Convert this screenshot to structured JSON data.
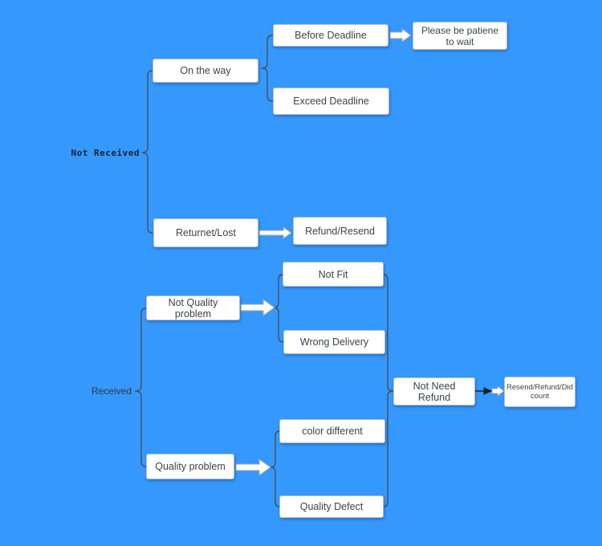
{
  "diagram": {
    "title": "delivery-issue-resolution-flowchart",
    "colors": {
      "background": "#3598fd",
      "box_fill": "#ffffff",
      "box_border": "#b9bdc2",
      "connector": "#44505d",
      "arrow_outline": "#9aa2a9",
      "dark_arrow": "#1c1c1c"
    },
    "root_labels": {
      "not_received": "Not Received",
      "received": "Received"
    },
    "nodes": {
      "on_the_way": "On the way",
      "before_deadline": "Before Deadline",
      "please_wait": "Please be patiene to wait",
      "exceed_deadline": "Exceed Deadline",
      "returnet_lost": "Returnet/Lost",
      "refund_resend": "Refund/Resend",
      "not_quality_problem": "Not Quality problem",
      "not_fit": "Not Fit",
      "wrong_delivery": "Wrong Delivery",
      "color_different": "color different",
      "quality_problem": "Quality problem",
      "quality_defect": "Quality Defect",
      "not_need_refund": "Not Need Refund",
      "resend_refund_did_count": "Resend/Refund/Did count"
    },
    "structure": {
      "not_received_children": [
        "On the way",
        "Returnet/Lost"
      ],
      "on_the_way_children": [
        "Before Deadline",
        "Exceed Deadline"
      ],
      "before_deadline_child": "Please be patiene to wait",
      "returnet_lost_child": "Refund/Resend",
      "received_children": [
        "Not Quality problem",
        "Quality problem"
      ],
      "not_quality_problem_children": [
        "Not Fit",
        "Wrong Delivery"
      ],
      "quality_problem_children": [
        "color different",
        "Quality Defect"
      ],
      "leaves_merge_to": "Not Need Refund",
      "not_need_refund_child": "Resend/Refund/Did count"
    }
  }
}
